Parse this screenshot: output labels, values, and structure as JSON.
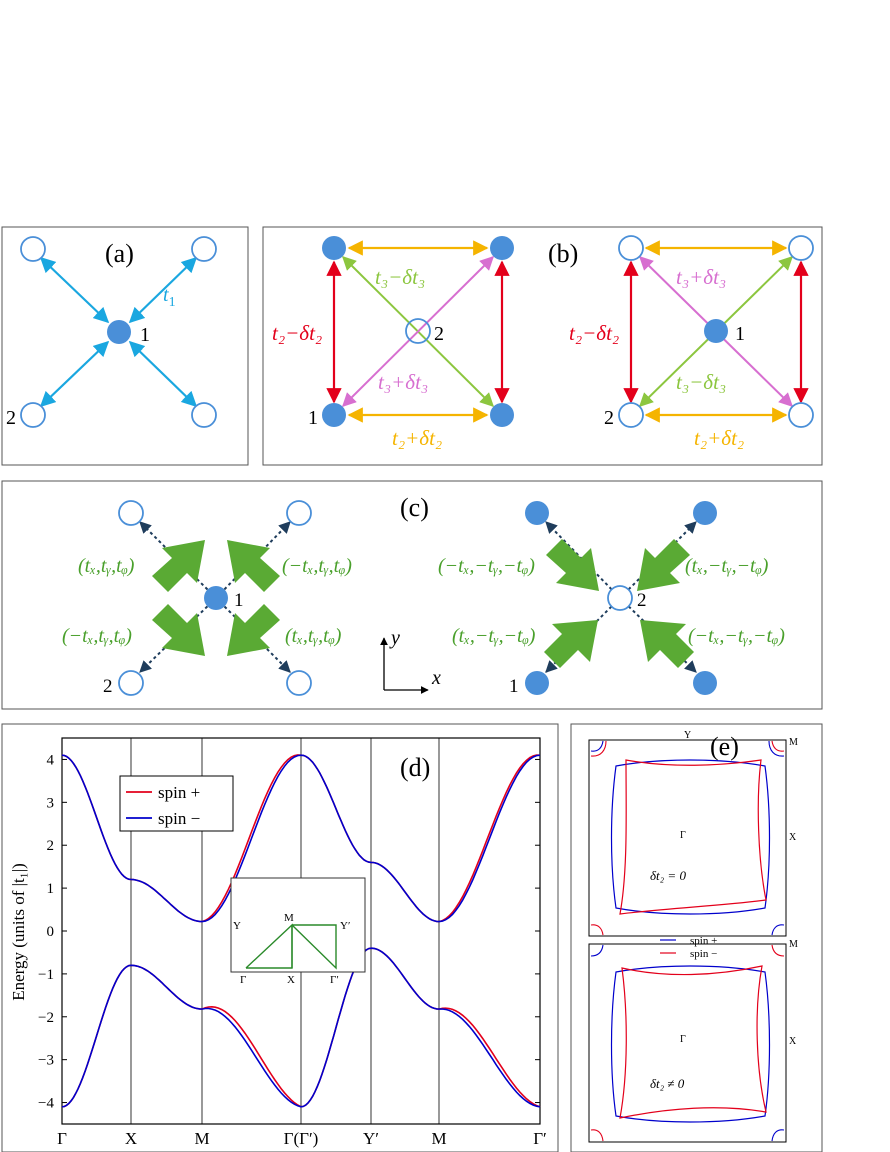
{
  "panels": {
    "a": {
      "label": "(a)",
      "hop": "t",
      "hop_sub": "1",
      "site_center": "1",
      "site_corner": "2"
    },
    "b": {
      "label": "(b)",
      "left_center": "2",
      "left_corner": "1",
      "right_center": "1",
      "right_corner": "2",
      "left": {
        "t2_minus": "t₂−δt₂",
        "t3_minus": "t₃−δt₃",
        "t3_plus": "t₃+δt₃",
        "t2_plus": "t₂+δt₂"
      },
      "right": {
        "t2_minus": "t₂−δt₂",
        "t3_plus": "t₃+δt₃",
        "t3_minus": "t₃−δt₃",
        "t2_plus": "t₂+δt₂"
      }
    },
    "c": {
      "label": "(c)",
      "left_center": "1",
      "left_corner": "2",
      "right_center": "2",
      "right_corner": "1",
      "axis_x": "x",
      "axis_y": "y",
      "left_labels": {
        "ul": "(tₓ,tᵧ,tᵩ)",
        "ur": "(−tₓ,tᵧ,tᵩ)",
        "ll": "(−tₓ,tᵧ,tᵩ)",
        "lr": "(tₓ,tᵧ,tᵩ)"
      },
      "right_labels": {
        "ul": "(−tₓ,−tᵧ,−tᵩ)",
        "ur": "(tₓ,−tᵧ,−tᵩ)",
        "ll": "(tₓ,−tᵧ,−tᵩ)",
        "lr": "(−tₓ,−tᵧ,−tᵩ)"
      }
    },
    "d": {
      "label": "(d)",
      "ylabel": "Energy (units of |t₁|)",
      "yticks": [
        "4",
        "3",
        "2",
        "1",
        "0",
        "−1",
        "−2",
        "−3",
        "−4"
      ],
      "xticks": [
        "Γ",
        "X",
        "M",
        "Γ(Γ′)",
        "Y′",
        "M",
        "Γ′"
      ],
      "legend": [
        "spin +",
        "spin −"
      ],
      "inset_labels": {
        "Y": "Y",
        "M": "M",
        "Yp": "Y′",
        "G": "Γ",
        "X": "X",
        "Gp": "Γ′"
      }
    },
    "e": {
      "label": "(e)",
      "Y": "Y",
      "M1": "M",
      "X1": "X",
      "G1": "Γ",
      "cond1": "δt₂ = 0",
      "legend": [
        "spin +",
        "spin −"
      ],
      "M2": "M",
      "X2": "X",
      "G2": "Γ",
      "cond2": "δt₂ ≠ 0"
    }
  },
  "colors": {
    "cyan": "#1aa7e0",
    "site": "#4a8fd8",
    "red": "#e3001b",
    "orange": "#f5b400",
    "green": "#8cc63f",
    "magenta": "#d76fd0",
    "dark_green": "#4aa02c",
    "spin_plus": "#e3001b",
    "spin_minus": "#0000cc"
  },
  "chart_data": {
    "type": "line",
    "xlabel": "",
    "ylabel": "Energy (units of |t₁|)",
    "ylim": [
      -4.5,
      4.5
    ],
    "categories": [
      "Γ",
      "X",
      "M",
      "Γ(Γ′)",
      "Y′",
      "M",
      "Γ′"
    ],
    "series": [
      {
        "name": "spin +",
        "upper": [
          4.1,
          1.2,
          0.22,
          4.1,
          1.6,
          0.22,
          4.1
        ],
        "lower": [
          -4.1,
          -0.8,
          -1.82,
          -4.1,
          -0.4,
          -1.82,
          -4.1
        ]
      },
      {
        "name": "spin −",
        "upper": [
          4.1,
          1.2,
          0.22,
          4.1,
          1.6,
          0.22,
          4.1
        ],
        "lower": [
          -4.1,
          -0.8,
          -1.82,
          -4.1,
          -0.4,
          -1.82,
          -4.1
        ]
      }
    ]
  }
}
